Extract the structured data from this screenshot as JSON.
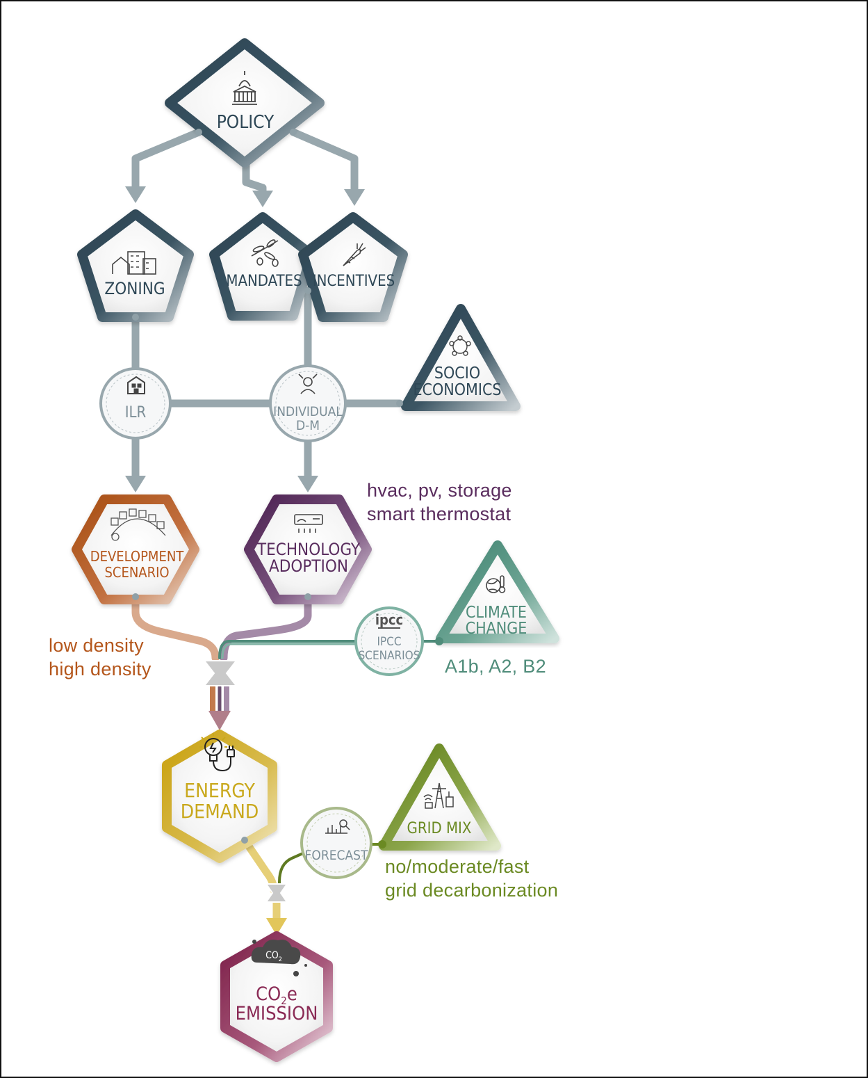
{
  "colors": {
    "slate": "#2e4756",
    "gray_arrow": "#98a7ad",
    "development": "#b4561b",
    "development_light": "#d9a98c",
    "technology": "#5a2d5e",
    "technology_light": "#a48aa7",
    "climate": "#4f8c7a",
    "energy": "#c9a81c",
    "energy_light": "#e6cf77",
    "grid": "#6b8a23",
    "emission": "#8a2a54"
  },
  "nodes": {
    "policy": "POLICY",
    "zoning": "ZONING",
    "mandates": "MANDATES",
    "incentives": "INCENTIVES",
    "socio_line1": "SOCIO",
    "socio_line2": "ECONOMICS",
    "ilr": "ILR",
    "individual_line1": "INDIVIDUAL",
    "individual_line2": "D-M",
    "development_line1": "DEVELOPMENT",
    "development_line2": "SCENARIO",
    "technology_line1": "TECHNOLOGY",
    "technology_line2": "ADOPTION",
    "ipcc_logo": "ipcc",
    "ipcc_line1": "IPCC",
    "ipcc_line2": "SCENARIOS",
    "climate_line1": "CLIMATE",
    "climate_line2": "CHANGE",
    "energy_line1": "ENERGY",
    "energy_line2": "DEMAND",
    "forecast": "FORECAST",
    "grid": "GRID MIX",
    "emission_co": "CO",
    "emission_sub": "2",
    "emission_e": "e",
    "emission_line2": "EMISSION",
    "cloud_co": "CO",
    "cloud_sub": "2"
  },
  "annotations": {
    "technology_line1": "hvac, pv, storage",
    "technology_line2": "smart thermostat",
    "development_line1": "low density",
    "development_line2": "high density",
    "climate": "A1b, A2, B2",
    "grid_line1": "no/moderate/fast",
    "grid_line2": "grid decarbonization"
  },
  "icons": {
    "policy": "capitol-building-icon",
    "zoning": "buildings-icon",
    "mandates": "olive-branch-icon",
    "incentives": "carrot-icon",
    "socio": "people-network-icon",
    "ilr": "house-icon",
    "individual": "person-icon",
    "development": "neighborhood-icon",
    "technology": "air-conditioner-icon",
    "climate": "globe-thermometer-icon",
    "energy": "lightbulb-plug-icon",
    "forecast": "chart-magnifier-icon",
    "grid": "power-tower-icon",
    "emission": "co2-cloud-icon"
  }
}
